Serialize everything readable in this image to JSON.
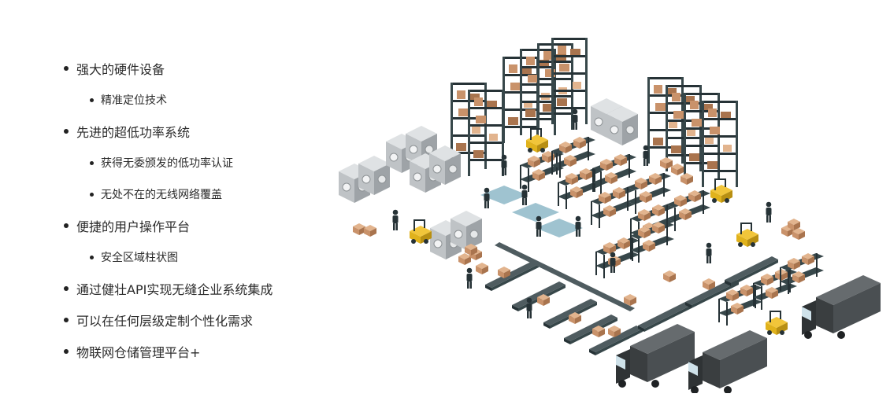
{
  "features": [
    {
      "label": "强大的硬件设备",
      "level": 1
    },
    {
      "label": "精准定位技术",
      "level": 2
    },
    {
      "label": "先进的超低功率系统",
      "level": 1
    },
    {
      "label": "获得无委颁发的低功率认证",
      "level": 2
    },
    {
      "label": "无处不在的无线网络覆盖",
      "level": 2
    },
    {
      "label": "便捷的用户操作平台",
      "level": 1
    },
    {
      "label": "安全区域柱状图",
      "level": 2
    },
    {
      "label": "通过健壮API实现无缝企业系统集成",
      "level": 1
    },
    {
      "label": "可以在任何层级定制个性化需求",
      "level": 1
    },
    {
      "label": "物联网仓储管理平台+",
      "level": 1
    }
  ],
  "illustration": {
    "icon": "warehouse-isometric-illustration",
    "colors": {
      "shelf": "#37474a",
      "shelf_dark": "#263236",
      "box": "#c9926a",
      "box_light": "#e2b48e",
      "truck": "#4a4f52",
      "machine": "#bfc3c6",
      "forklift": "#e0b21c"
    }
  }
}
